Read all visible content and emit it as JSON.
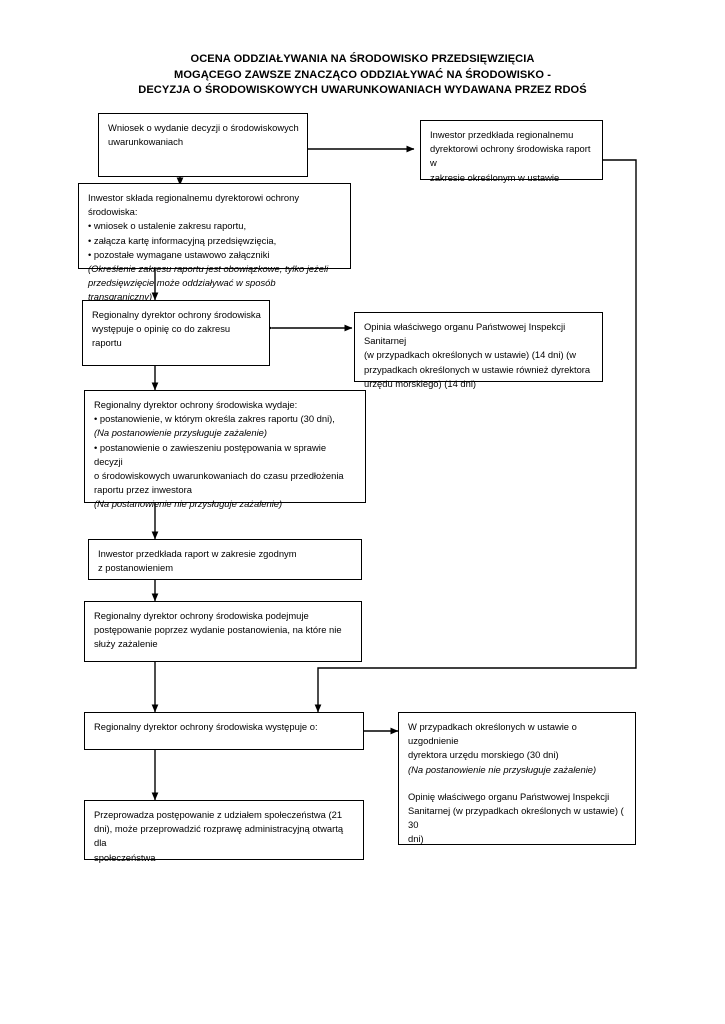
{
  "title": {
    "line1": "OCENA ODDZIAŁYWANIA NA ŚRODOWISKO PRZEDSIĘWZIĘCIA",
    "line2": "MOGĄCEGO ZAWSZE ZNACZĄCO ODDZIAŁYWAĆ NA ŚRODOWISKO -",
    "line3": "DECYZJA O ŚRODOWISKOWYCH UWARUNKOWANIACH WYDAWANA PRZEZ RDOŚ"
  },
  "colors": {
    "stroke": "#000000",
    "background": "#ffffff",
    "text": "#000000"
  },
  "nodes": {
    "wniosek": {
      "line1": "Wniosek o wydanie decyzji o środowiskowych",
      "line2": "uwarunkowaniach"
    },
    "inwestor_raport": {
      "line1": "Inwestor przedkłada regionalnemu",
      "line2": "dyrektorowi ochrony środowiska raport w",
      "line3": "zakresie określonym w ustawie"
    },
    "inwestor_sklada": {
      "line1": "Inwestor składa regionalnemu dyrektorowi ochrony środowiska:",
      "line2": "• wniosek o ustalenie zakresu raportu,",
      "line3": "• załącza kartę informacyjną przedsięwzięcia,",
      "line4": "• pozostałe wymagane ustawowo załączniki",
      "line5": "(Określenie zakresu raportu jest obowiązkowe, tylko jeżeli",
      "line6": "przedsięwzięcie może oddziaływać w sposób transgraniczny)"
    },
    "rdos_opinia": {
      "line1": "Regionalny dyrektor ochrony środowiska",
      "line2": "występuje o opinię co do zakresu raportu"
    },
    "opinia_sanitarna": {
      "line1": "Opinia właściwego organu Państwowej Inspekcji Sanitarnej",
      "line2": "(w przypadkach określonych w ustawie) (14 dni) (w",
      "line3": "przypadkach określonych w ustawie również dyrektora",
      "line4": "urzędu morskiego) (14 dni)"
    },
    "rdos_wydaje": {
      "line1": "Regionalny dyrektor ochrony środowiska wydaje:",
      "line2": "• postanowienie, w którym określa zakres raportu (30 dni),",
      "line3": "(Na postanowienie przysługuje zażalenie)",
      "line4": "• postanowienie o zawieszeniu postępowania w sprawie decyzji",
      "line5": "o środowiskowych uwarunkowaniach do czasu przedłożenia",
      "line6": "raportu przez inwestora",
      "line7": "(Na postanowienie nie przysługuje zażalenie)"
    },
    "inwestor_przedklada": {
      "line1": "Inwestor przedkłada raport w zakresie zgodnym",
      "line2": "z postanowieniem"
    },
    "rdos_podejmuje": {
      "line1": "Regionalny dyrektor ochrony środowiska podejmuje",
      "line2": "postępowanie poprzez wydanie postanowienia, na które nie",
      "line3": "służy zażalenie"
    },
    "rdos_wystepuje": {
      "line1": "Regionalny dyrektor ochrony środowiska występuje o:"
    },
    "uzgodnienie": {
      "line1": "W przypadkach określonych w ustawie o uzgodnienie",
      "line2": "dyrektora urzędu morskiego (30 dni)",
      "line3": "(Na postanowienie nie przysługuje zażalenie)",
      "line4": "Opinię właściwego organu Państwowej Inspekcji",
      "line5": "Sanitarnej (w przypadkach określonych w ustawie) ( 30",
      "line6": "dni)"
    },
    "przeprowadza": {
      "line1": "Przeprowadza postępowanie z udziałem społeczeństwa (21",
      "line2": "dni), może przeprowadzić rozprawę administracyjną otwartą dla",
      "line3": "społeczeństwa"
    }
  }
}
